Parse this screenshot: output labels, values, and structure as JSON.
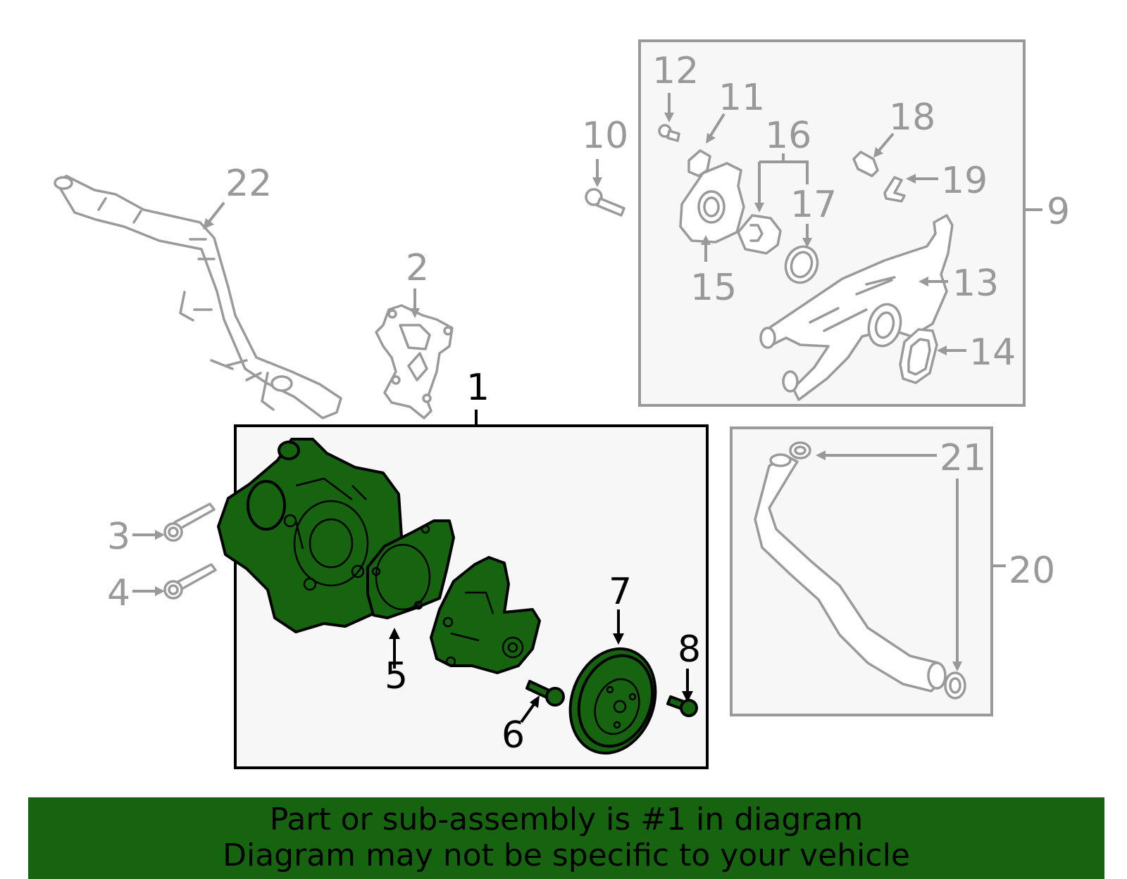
{
  "diagram": {
    "callouts": {
      "c1": "1",
      "c2": "2",
      "c3": "3",
      "c4": "4",
      "c5": "5",
      "c6": "6",
      "c7": "7",
      "c8": "8",
      "c9": "9",
      "c10": "10",
      "c11": "11",
      "c12": "12",
      "c13": "13",
      "c14": "14",
      "c15": "15",
      "c16": "16",
      "c17": "17",
      "c18": "18",
      "c19": "19",
      "c20": "20",
      "c21": "21",
      "c22": "22"
    },
    "highlight_color": "#176410",
    "muted_color": "#999999"
  },
  "banner": {
    "line1": "Part or sub-assembly is #1 in diagram",
    "line2": "Diagram may not be specific to your vehicle"
  }
}
